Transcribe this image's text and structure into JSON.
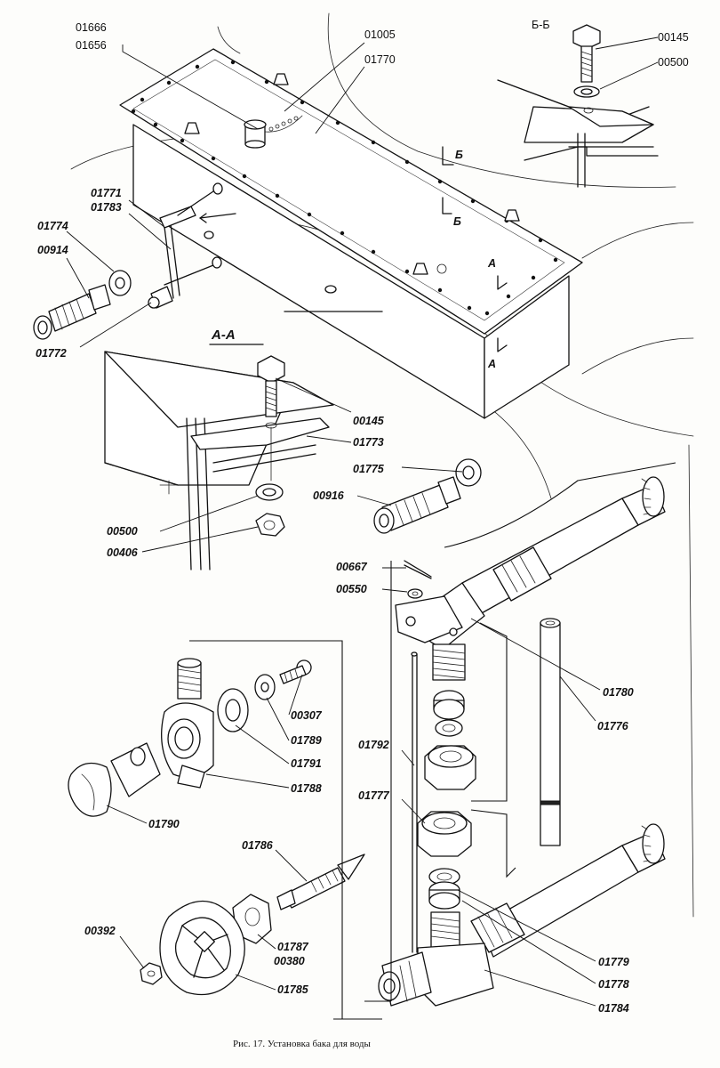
{
  "caption": "Рис. 17. Установка бака для воды",
  "sections": {
    "aa_main": "А-А",
    "bb_inset": "Б-Б",
    "cut_b_top": "Б",
    "cut_b_bottom": "Б",
    "cut_a_top": "А",
    "cut_a_bottom": "А"
  },
  "labels": {
    "p01666": "01666",
    "p01656": "01656",
    "p01005": "01005",
    "p01770": "01770",
    "p00145_top": "00145",
    "p00500_top": "00500",
    "p01771": "01771",
    "p01783": "01783",
    "p01774": "01774",
    "p00914": "00914",
    "p01772": "01772",
    "p00145_aa": "00145",
    "p01773": "01773",
    "p01775": "01775",
    "p00916": "00916",
    "p00500_aa": "00500",
    "p00406": "00406",
    "p00667": "00667",
    "p00550": "00550",
    "p01780": "01780",
    "p01776": "01776",
    "p00307": "00307",
    "p01789": "01789",
    "p01791": "01791",
    "p01788": "01788",
    "p01790": "01790",
    "p01792": "01792",
    "p01777": "01777",
    "p01786": "01786",
    "p00392": "00392",
    "p01787": "01787",
    "p00380": "00380",
    "p01785": "01785",
    "p01779": "01779",
    "p01778": "01778",
    "p01784": "01784"
  }
}
